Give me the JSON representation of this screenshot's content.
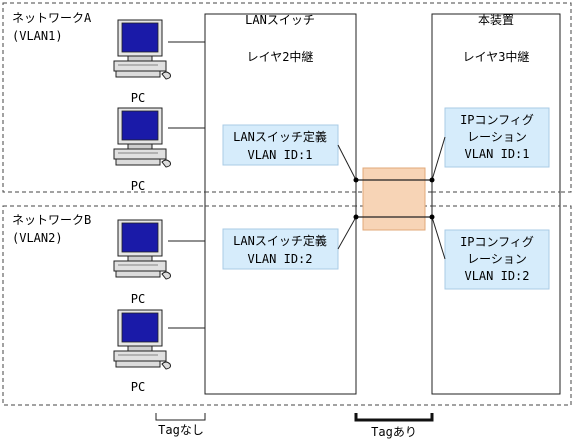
{
  "network_a": {
    "name": "ネットワークA",
    "vlan": "(VLAN1)"
  },
  "network_b": {
    "name": "ネットワークB",
    "vlan": "(VLAN2)"
  },
  "pc_label": "PC",
  "lan_switch": {
    "title": "LANスイッチ",
    "subtitle": "レイヤ2中継",
    "def1": {
      "line1": "LANスイッチ定義",
      "line2": "VLAN ID:1"
    },
    "def2": {
      "line1": "LANスイッチ定義",
      "line2": "VLAN ID:2"
    }
  },
  "device": {
    "title": "本装置",
    "subtitle": "レイヤ3中継",
    "cfg1": {
      "line1": "IPコンフィグ",
      "line2": "レーション",
      "line3": "VLAN ID:1"
    },
    "cfg2": {
      "line1": "IPコンフィグ",
      "line2": "レーション",
      "line3": "VLAN ID:2"
    }
  },
  "tag_none": "Tagなし",
  "tag_with": "Tagあり",
  "colors": {
    "box_fill": "#d6ecfb",
    "box_stroke": "#a9cbe6",
    "trunk_fill": "#f7d4b6",
    "trunk_stroke": "#e2a878",
    "monitor_screen": "#1a1aa8"
  }
}
